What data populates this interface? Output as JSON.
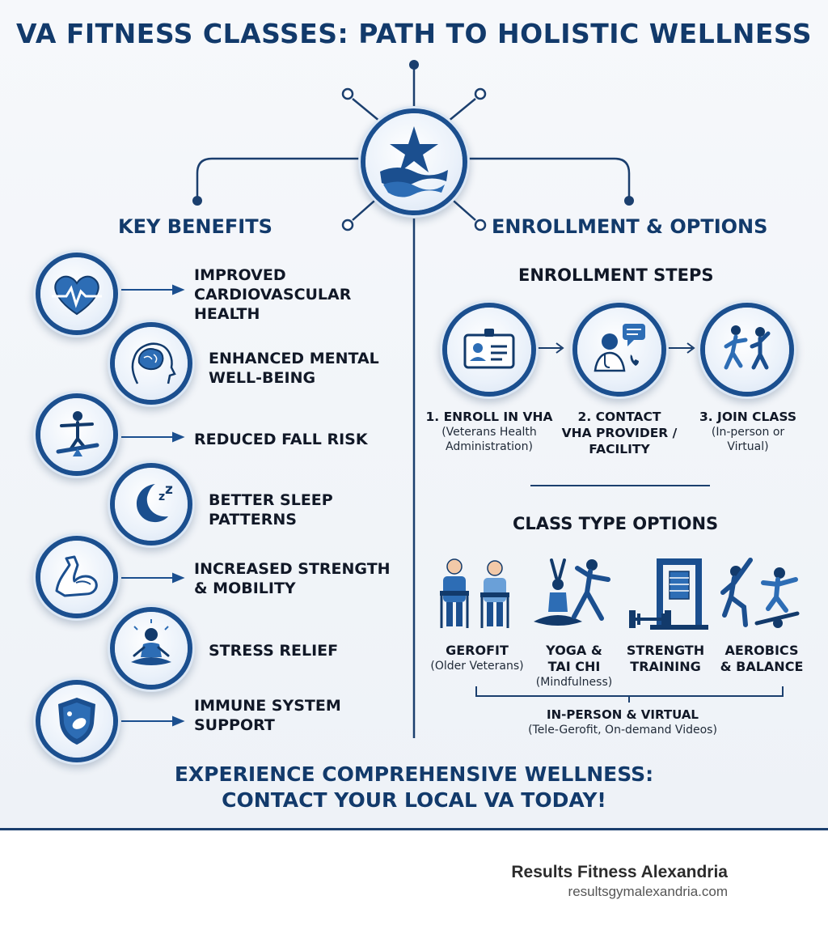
{
  "header": {
    "title": "VA FITNESS CLASSES: PATH TO HOLISTIC WELLNESS"
  },
  "benefits": {
    "heading": "KEY BENEFITS",
    "items": [
      {
        "line1": "IMPROVED",
        "line2": "CARDIOVASCULAR",
        "line3": "HEALTH",
        "icon": "heart-pulse-icon"
      },
      {
        "line1": "ENHANCED MENTAL",
        "line2": "WELL-BEING",
        "icon": "brain-head-icon"
      },
      {
        "line1": "REDUCED FALL RISK",
        "icon": "balance-board-icon"
      },
      {
        "line1": "BETTER SLEEP",
        "line2": "PATTERNS",
        "icon": "moon-sleep-icon"
      },
      {
        "line1": "INCREASED STRENGTH",
        "line2": "& MOBILITY",
        "icon": "flexed-arm-icon"
      },
      {
        "line1": "STRESS RELIEF",
        "icon": "meditation-icon"
      },
      {
        "line1": "IMMUNE SYSTEM",
        "line2": "SUPPORT",
        "icon": "shield-cell-icon"
      }
    ]
  },
  "enrollment": {
    "heading": "ENROLLMENT & OPTIONS",
    "steps_heading": "ENROLLMENT STEPS",
    "steps": [
      {
        "title1": "1. ENROLL IN VHA",
        "sub1": "(Veterans Health",
        "sub2": "Administration)",
        "icon": "id-card-icon"
      },
      {
        "title1": "2. CONTACT",
        "title2": "VHA PROVIDER /",
        "title3": "FACILITY",
        "icon": "doctor-phone-icon"
      },
      {
        "title1": "3. JOIN CLASS",
        "sub1": "(In-person or",
        "sub2": "Virtual)",
        "icon": "exercise-people-icon"
      }
    ],
    "classes_heading": "CLASS TYPE OPTIONS",
    "classes": [
      {
        "title1": "GEROFIT",
        "sub1": "(Older Veterans)",
        "icon": "seniors-icon"
      },
      {
        "title1": "YOGA &",
        "title2": "TAI CHI",
        "sub1": "(Mindfulness)",
        "icon": "yoga-icon"
      },
      {
        "title1": "STRENGTH",
        "title2": "TRAINING",
        "icon": "weight-machine-icon"
      },
      {
        "title1": "AEROBICS",
        "title2": "& BALANCE",
        "icon": "aerobics-icon"
      }
    ],
    "mode_title": "IN-PERSON & VIRTUAL",
    "mode_sub": "(Tele-Gerofit, On-demand Videos)"
  },
  "cta": {
    "line1": "EXPERIENCE COMPREHENSIVE WELLNESS:",
    "line2": "CONTACT YOUR LOCAL VA TODAY!"
  },
  "footer": {
    "brand": "Results Fitness Alexandria",
    "url": "resultsgymalexandria.com"
  },
  "colors": {
    "navy": "#123a6b",
    "blue": "#1b4f8f",
    "accent": "#2d6db5"
  }
}
